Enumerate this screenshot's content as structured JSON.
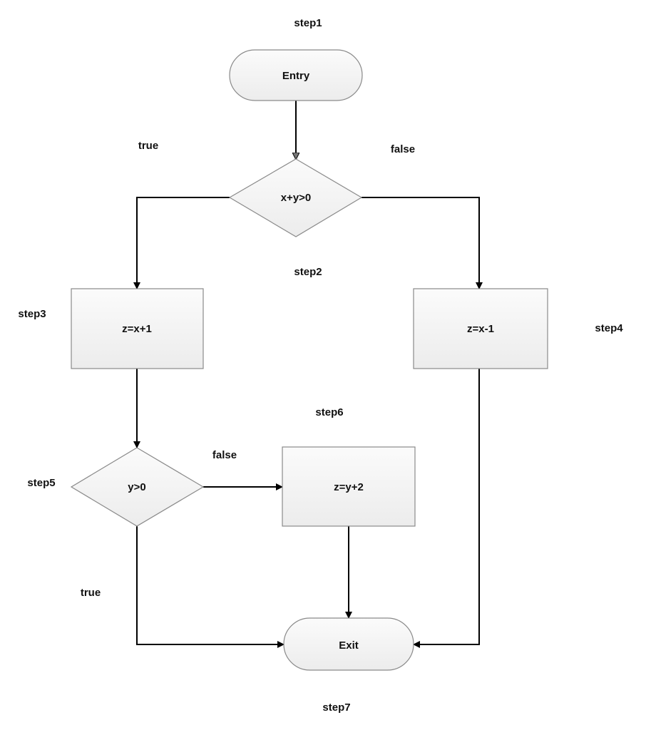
{
  "nodes": {
    "entry": "Entry",
    "cond1": "x+y>0",
    "step3_box": "z=x+1",
    "step4_box": "z=x-1",
    "cond2": "y>0",
    "step6_box": "z=y+2",
    "exit": "Exit"
  },
  "labels": {
    "step1": "step1",
    "step2": "step2",
    "step3": "step3",
    "step4": "step4",
    "step5": "step5",
    "step6": "step6",
    "step7": "step7",
    "true1": "true",
    "false1": "false",
    "false2": "false",
    "true2": "true"
  }
}
